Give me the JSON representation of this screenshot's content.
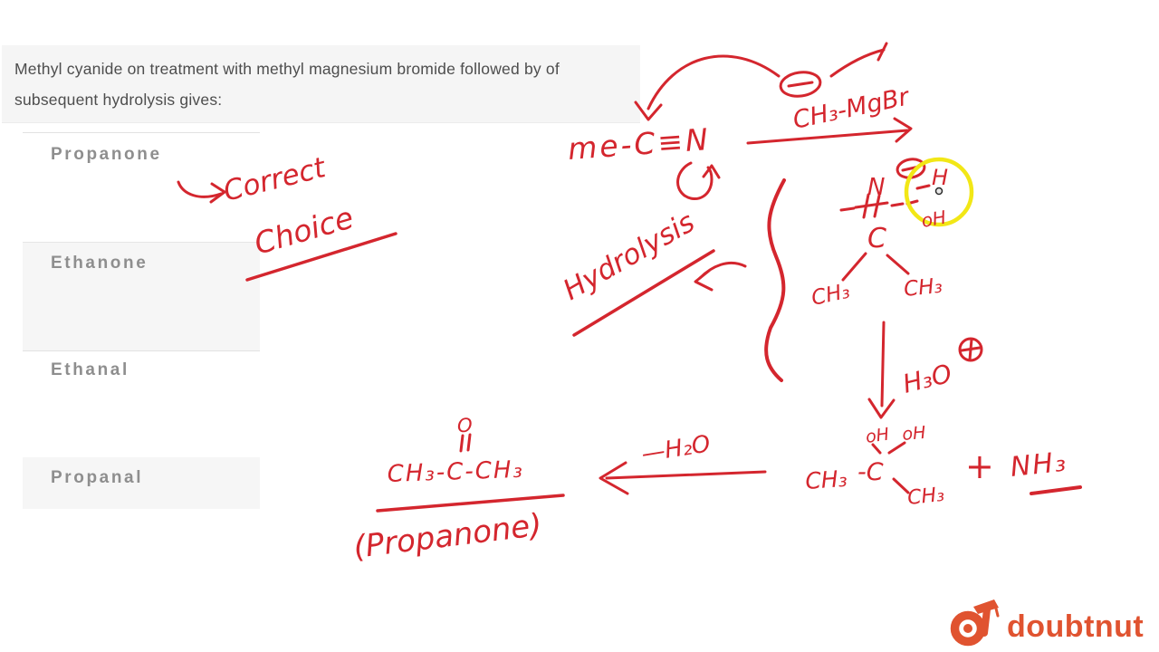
{
  "question": {
    "line1": "Methyl cyanide on treatment with methyl magnesium bromide followed by of",
    "line2": "subsequent hydrolysis gives:"
  },
  "options": [
    {
      "label": "Propanone"
    },
    {
      "label": "Ethanone"
    },
    {
      "label": "Ethanal"
    },
    {
      "label": "Propanal"
    }
  ],
  "annotations": {
    "ink_color": "#d4262e",
    "highlight_color": "#f2e716",
    "correct": "Correct",
    "choice": "Choice",
    "reactant": "me-C≡N",
    "reagent": "CH₃-MgBr",
    "hydrolysis": "Hydrolysis",
    "h3o": "H₃O",
    "intermediate": {
      "n_atom": "N",
      "h_atom": "H",
      "c_atom": "C",
      "oh": "oH",
      "ch3_left": "CH₃",
      "ch3_right": "CH₃"
    },
    "diol": {
      "oh1": "oH",
      "oh2": "oH",
      "ch3_left": "CH₃",
      "c_atom": "-C",
      "ch3_bottom": "CH₃",
      "plus": "+",
      "nh3": "NH₃"
    },
    "product": {
      "o_atom": "O",
      "formula": "CH₃-C-CH₃",
      "name": "(Propanone)"
    },
    "minus_h2o": "—H₂O"
  },
  "logo": {
    "text": "doubtnut",
    "color": "#e05330"
  }
}
